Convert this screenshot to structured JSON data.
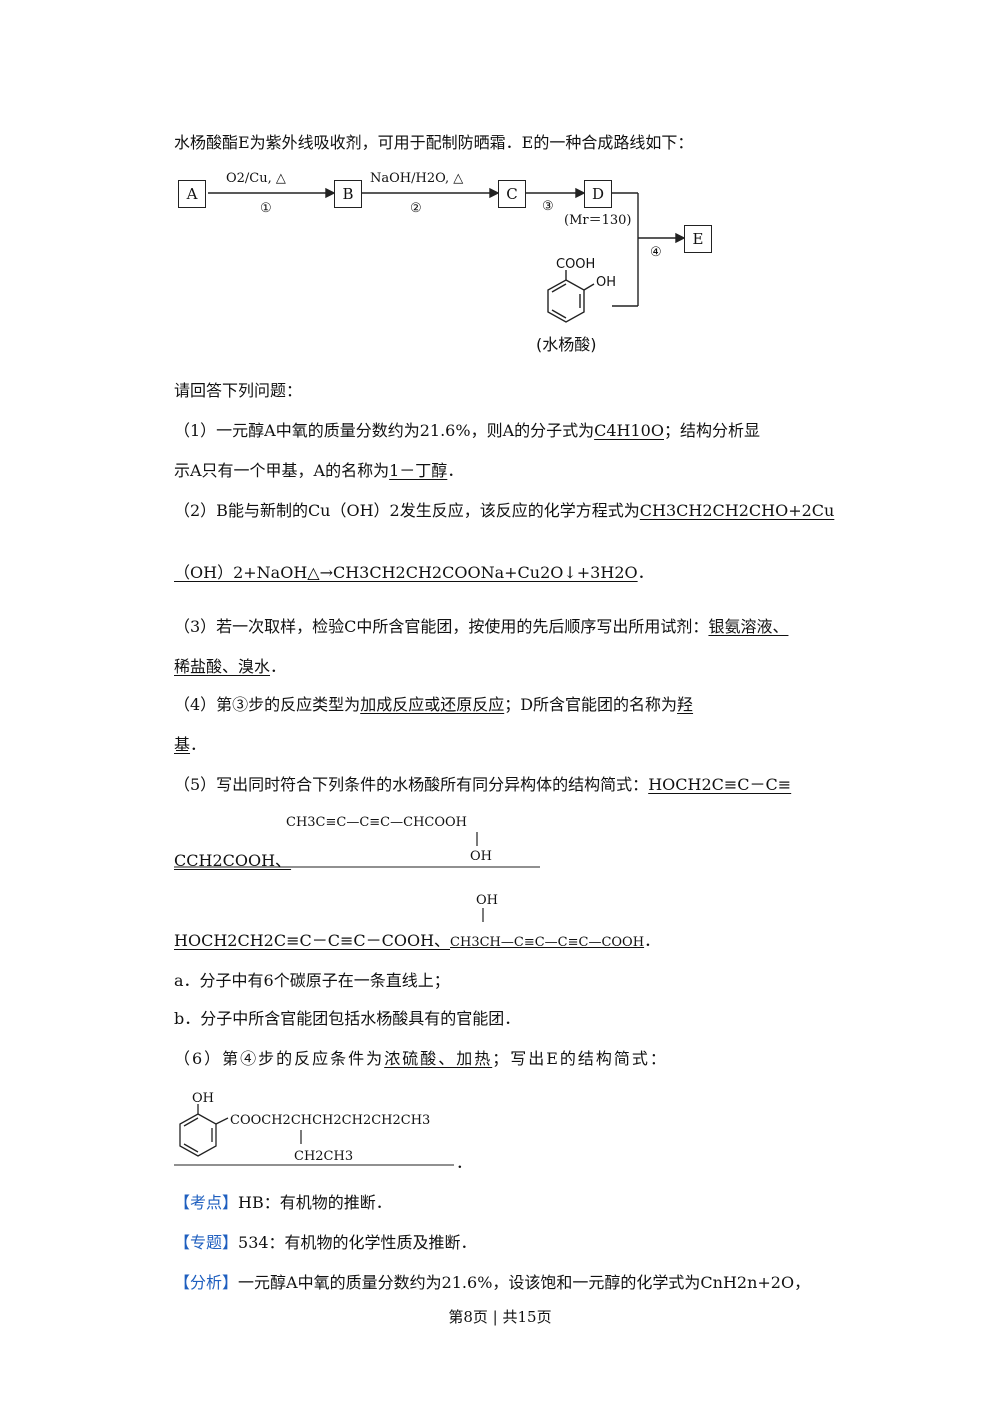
{
  "intro": "水杨酸酯E为紫外线吸收剂，可用于配制防晒霜．E的一种合成路线如下：",
  "scheme": {
    "A": "A",
    "B": "B",
    "C": "C",
    "D": "D",
    "E": "E",
    "cond1": "O2/Cu, △",
    "step1": "①",
    "cond2": "NaOH/H2O, △",
    "step2": "②",
    "step3": "③",
    "mr": "(Mr＝130)",
    "step4": "④",
    "cooh": "COOH",
    "oh": "OH",
    "sal": "(水杨酸)"
  },
  "prompt": "请回答下列问题：",
  "q1": {
    "a": "（1）一元醇A中氧的质量分数约为21.6%，则A的分子式为",
    "ans1": "C4H10O",
    "b": "；结构分析显",
    "c": "示A只有一个甲基，A的名称为",
    "ans2": "1－丁醇",
    "d": "．"
  },
  "q2": {
    "a": "（2）B能与新制的Cu（OH）2发生反应，该反应的化学方程式为",
    "ans1": "CH3CH2CH2CHO+2Cu",
    "ans2": "（OH）2+NaOH△→CH3CH2CH2COONa+Cu2O↓+3H2O",
    "d": "．"
  },
  "q3": {
    "a": "（3）若一次取样，检验C中所含官能团，按使用的先后顺序写出所用试剂：",
    "ans1": "银氨溶液、",
    "ans2": "稀盐酸、溴水",
    "d": "．"
  },
  "q4": {
    "a": "（4）第③步的反应类型为",
    "ans1": "加成反应或还原反应",
    "b": "；D所含官能团的名称为",
    "ans2": "羟",
    "ans3": "基",
    "d": "．"
  },
  "q5": {
    "a": "（5）写出同时符合下列条件的水杨酸所有同分异构体的结构简式：",
    "ans1": "HOCH2C≡C－C≡",
    "struct1": "CH3C≡C—C≡C—CHCOOH",
    "struct1oh": "OH",
    "ans2": "CCH2COOH、",
    "ans3": "HOCH2CH2C≡C－C≡C－COOH、",
    "struct2oh": "OH",
    "struct2": "CH3CH—C≡C—C≡C—COOH",
    "d": "．",
    "ca": "a．分子中有6个碳原子在一条直线上；",
    "cb": "b．分子中所含官能团包括水杨酸具有的官能团．"
  },
  "q6": {
    "a": "（6）第④步的反应条件为",
    "ans1": "浓硫酸、加热",
    "b": "；写出E的结构简式：",
    "oh": "OH",
    "chain": "COOCH2CHCH2CH2CH2CH3",
    "branch": "CH2CH3",
    "d": "．"
  },
  "kaodian": {
    "tag": "【考点】",
    "text": "HB：有机物的推断．"
  },
  "zhuanti": {
    "tag": "【专题】",
    "text": "534：有机物的化学性质及推断．"
  },
  "fenxi": {
    "tag": "【分析】",
    "text": "一元醇A中氧的质量分数约为21.6%，设该饱和一元醇的化学式为CnH2n+2O，"
  },
  "footer": "第8页 | 共15页"
}
